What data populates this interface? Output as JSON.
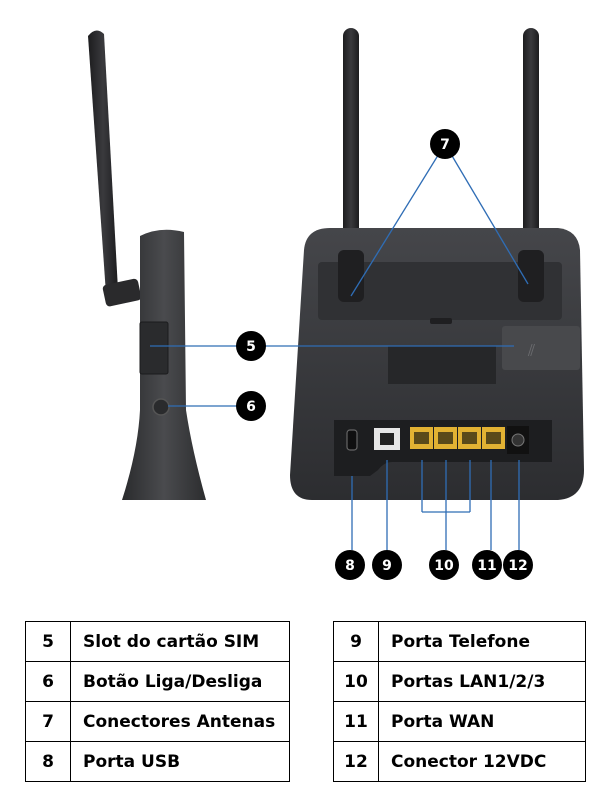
{
  "callouts": [
    {
      "id": "c5",
      "label": "5"
    },
    {
      "id": "c6",
      "label": "6"
    },
    {
      "id": "c7",
      "label": "7"
    },
    {
      "id": "c8",
      "label": "8"
    },
    {
      "id": "c9",
      "label": "9"
    },
    {
      "id": "c10",
      "label": "10"
    },
    {
      "id": "c11",
      "label": "11"
    },
    {
      "id": "c12",
      "label": "12"
    }
  ],
  "legend_left": [
    {
      "num": "5",
      "desc": "Slot do cartão SIM"
    },
    {
      "num": "6",
      "desc": "Botão Liga/Desliga"
    },
    {
      "num": "7",
      "desc": "Conectores Antenas"
    },
    {
      "num": "8",
      "desc": "Porta USB"
    }
  ],
  "legend_right": [
    {
      "num": "9",
      "desc": "Porta Telefone"
    },
    {
      "num": "10",
      "desc": "Portas LAN1/2/3"
    },
    {
      "num": "11",
      "desc": "Porta WAN"
    },
    {
      "num": "12",
      "desc": "Conector 12VDC"
    }
  ],
  "colors": {
    "leader_line": "#2f6db5",
    "device_body": "#3a3b3d",
    "device_dark": "#222325",
    "lan_port": "#e2b233",
    "callout_fill": "#000000"
  }
}
